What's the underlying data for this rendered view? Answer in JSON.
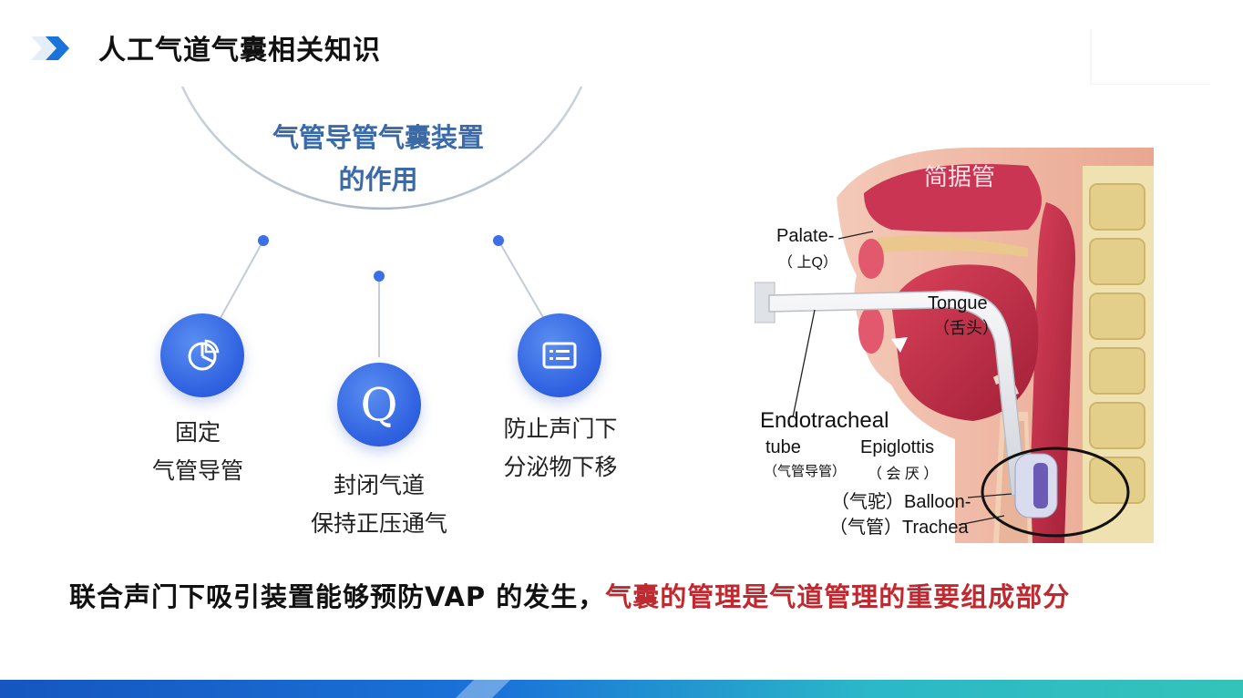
{
  "slide": {
    "title": "人工气道气囊相关知识",
    "accent_color": "#1a73d8"
  },
  "diagram": {
    "center_title_line1": "气管导管气囊装置",
    "center_title_line2": "的作用",
    "nodes": [
      {
        "icon": "pie-chart-icon",
        "line1": "固定",
        "line2": "气管导管"
      },
      {
        "icon": "letter-q-icon",
        "glyph": "Q",
        "line1": "封闭气道",
        "line2": "保持正压通气"
      },
      {
        "icon": "list-icon",
        "line1": "防止声门下",
        "line2": "分泌物下移"
      }
    ],
    "circle_color": "#2d5fe0",
    "title_color": "#3a6aa8"
  },
  "anatomy": {
    "watermark": "简据管",
    "labels": {
      "palate": "Palate-",
      "palate_cn": "（ 上Q）",
      "tongue": "Tongue",
      "tongue_cn": "（舌头）",
      "endotracheal": "Endotracheal",
      "tube": "tube",
      "tube_cn": "（气管导管）",
      "epiglottis": "Epiglottis",
      "epiglottis_cn": "（ 会 厌 ）",
      "balloon": "（气驼）Balloon-",
      "trachea": "（气管）Trachea"
    }
  },
  "footer": {
    "statement_plain": "联合声门下吸引装置能够预防VAP 的发生，",
    "statement_highlight": "气囊的管理是气道管理的重要组成部分",
    "highlight_color": "#c0292f"
  }
}
